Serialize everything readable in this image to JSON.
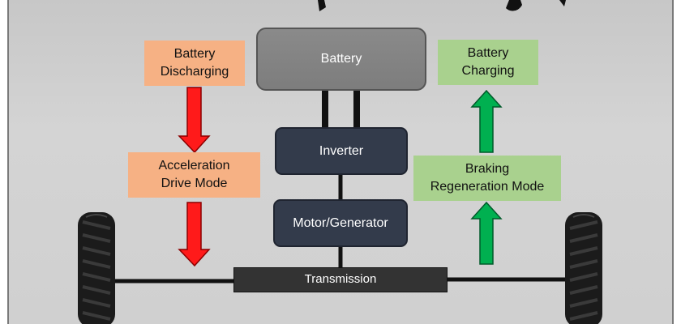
{
  "diagram": {
    "battery_label": "Battery",
    "inverter_label": "Inverter",
    "motor_label": "Motor/Generator",
    "transmission_label": "Transmission",
    "discharge_label": [
      "Battery",
      "Discharging"
    ],
    "accel_label": [
      "Acceleration",
      "Drive Mode"
    ],
    "charge_label": [
      "Battery",
      "Charging"
    ],
    "brake_label": [
      "Braking",
      "Regeneration Mode"
    ]
  },
  "colors": {
    "down_arrow": "#ff1a1a",
    "up_arrow": "#00b050",
    "dark_box": "#333b4b",
    "orange_box": "#f6b184",
    "green_box": "#a9d18e"
  }
}
